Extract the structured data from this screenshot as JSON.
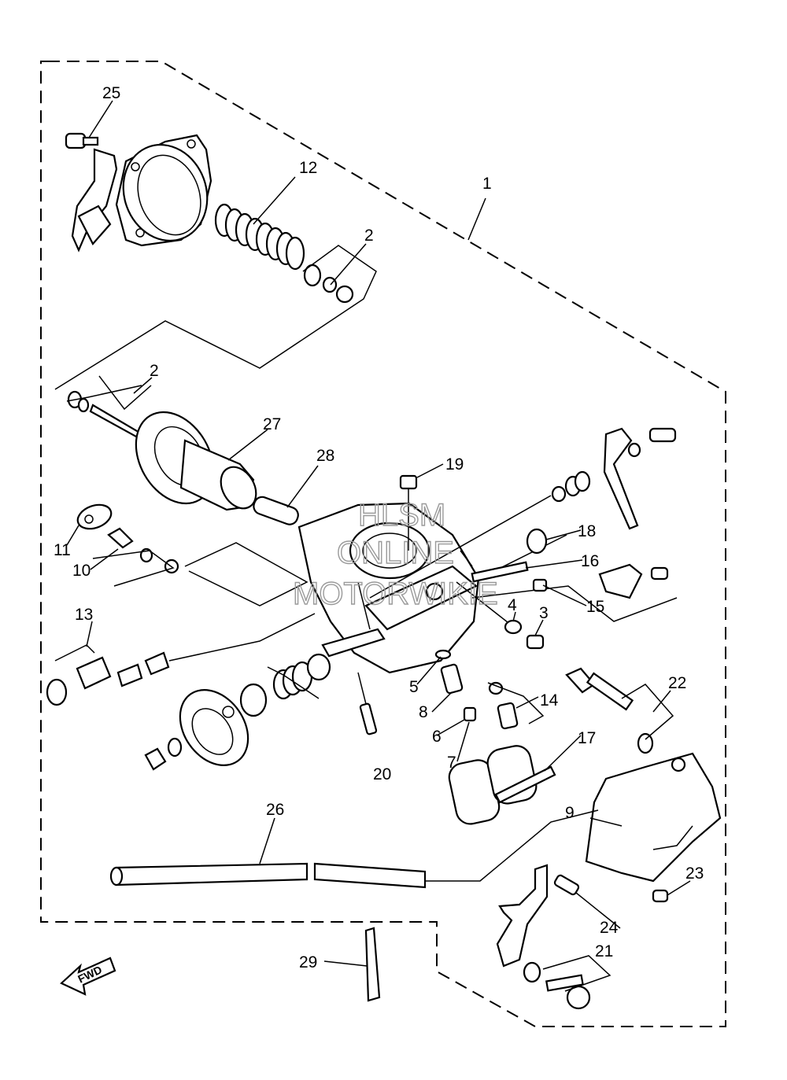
{
  "callouts": [
    "1",
    "2",
    "2",
    "3",
    "4",
    "5",
    "6",
    "7",
    "8",
    "9",
    "10",
    "11",
    "12",
    "13",
    "14",
    "15",
    "16",
    "17",
    "18",
    "19",
    "20",
    "21",
    "22",
    "23",
    "24",
    "25",
    "26",
    "27",
    "28",
    "29"
  ],
  "watermark": {
    "line1": "HLSM",
    "line2": "ONLINE",
    "line3": "MOTORWIKIE"
  },
  "direction_arrow": {
    "label": "FWD"
  },
  "colors": {
    "ink": "#000000",
    "paper": "#ffffff",
    "watermark": "#9a9a9a"
  }
}
